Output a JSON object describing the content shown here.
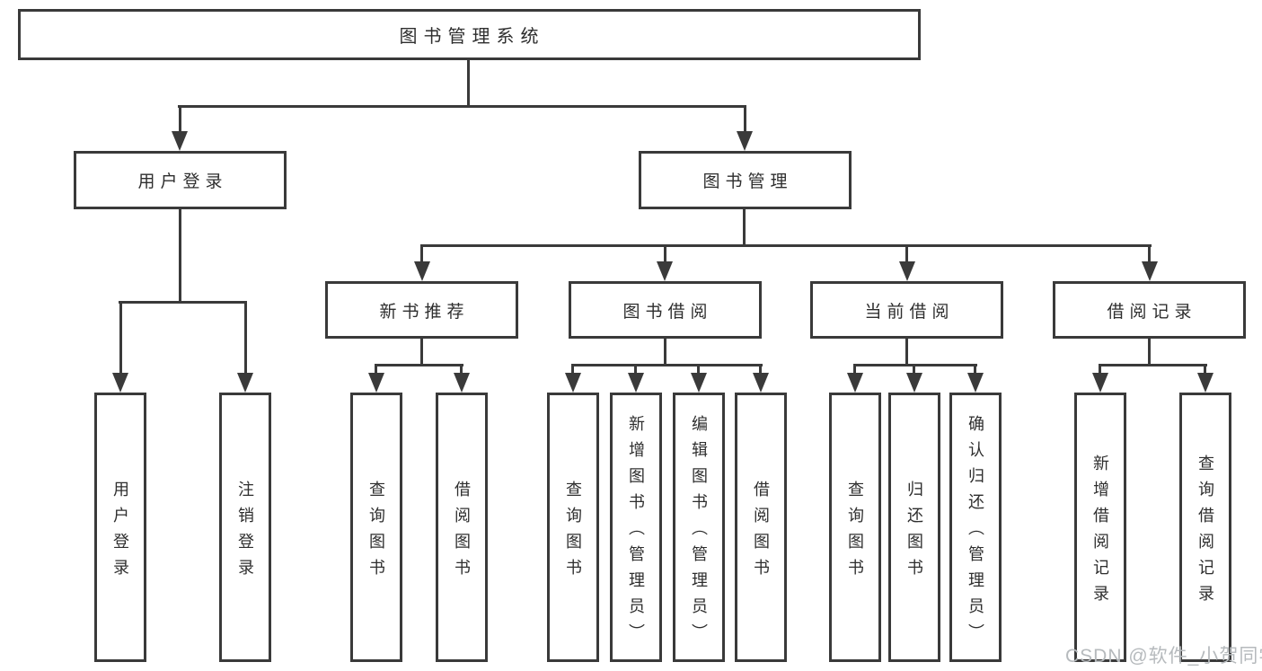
{
  "diagram": {
    "root": {
      "label": "图书管理系统"
    },
    "level1": [
      {
        "label": "用户登录"
      },
      {
        "label": "图书管理"
      }
    ],
    "level2": [
      {
        "label": "新书推荐"
      },
      {
        "label": "图书借阅"
      },
      {
        "label": "当前借阅"
      },
      {
        "label": "借阅记录"
      }
    ],
    "leaves": [
      {
        "label": "用户登录"
      },
      {
        "label": "注销登录"
      },
      {
        "label": "查询图书"
      },
      {
        "label": "借阅图书"
      },
      {
        "label": "查询图书"
      },
      {
        "label": "新增图书（管理员）"
      },
      {
        "label": "编辑图书（管理员）"
      },
      {
        "label": "借阅图书"
      },
      {
        "label": "查询图书"
      },
      {
        "label": "归还图书"
      },
      {
        "label": "确认归还（管理员）"
      },
      {
        "label": "新增借阅记录"
      },
      {
        "label": "查询借阅记录"
      }
    ]
  },
  "watermark": {
    "text": "CSDN @软件_小贺同学"
  },
  "colors": {
    "line": "#3a3a3a",
    "text": "#2e2e2e",
    "box_background": "#ffffff",
    "page_background": "#ffffff",
    "watermark": "#b6babd"
  }
}
